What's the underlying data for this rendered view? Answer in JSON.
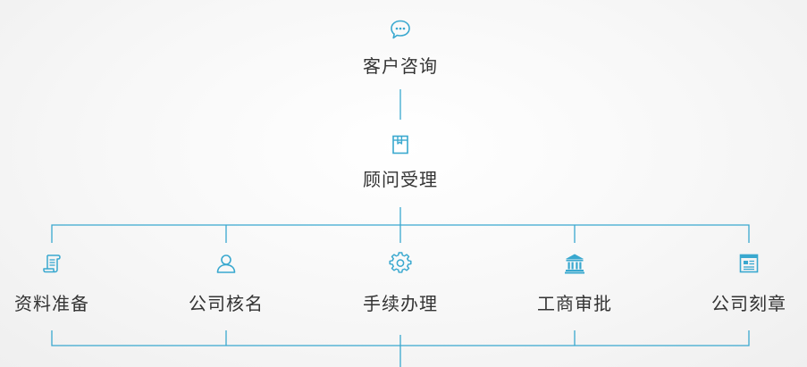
{
  "accent_color": "#39a8cf",
  "text_color": "#333333",
  "top_flow": [
    {
      "label": "客户咨询",
      "icon": "chat-bubble-icon"
    },
    {
      "label": "顾问受理",
      "icon": "folder-bookmark-icon"
    }
  ],
  "branches": [
    {
      "label": "资料准备",
      "icon": "scroll-document-icon"
    },
    {
      "label": "公司核名",
      "icon": "user-icon"
    },
    {
      "label": "手续办理",
      "icon": "gear-icon"
    },
    {
      "label": "工商审批",
      "icon": "bank-building-icon"
    },
    {
      "label": "公司刻章",
      "icon": "form-document-icon"
    }
  ]
}
